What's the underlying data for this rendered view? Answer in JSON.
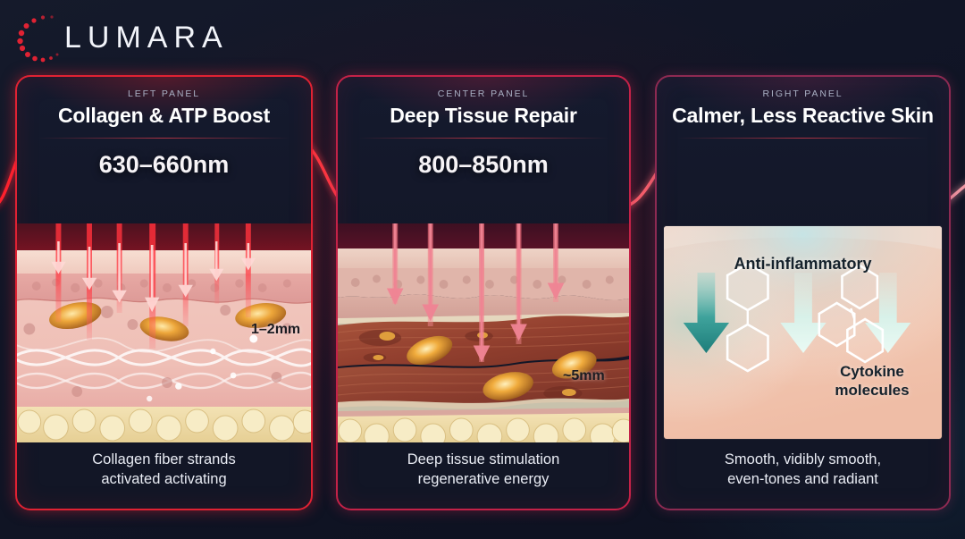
{
  "brand": {
    "name": "LUMARA",
    "mark": "lumara-dot-arc",
    "accent": "#e02233"
  },
  "background": {
    "base": "#111527",
    "glow_red": "#7a1424",
    "glow_teal": "#18465f"
  },
  "waveform": {
    "name": "light-wavelength-curve",
    "color_left": "#ff2a34",
    "color_right": "#f0808f"
  },
  "panels": [
    {
      "id": "left",
      "kicker": "LEFT PANEL",
      "title": "Collagen & ATP Boost",
      "wavelength": "630–660nm",
      "depth_label": "1–2mm",
      "caption_line1": "Collagen fiber strands",
      "caption_line2": "activated activating",
      "border_color": "#e02233",
      "beam_count": 7,
      "illustration": "skin-cross-section-epidermis-dermis-collagen"
    },
    {
      "id": "center",
      "kicker": "CENTER PANEL",
      "title": "Deep Tissue Repair",
      "wavelength": "800–850nm",
      "depth_label": "~5mm",
      "caption_line1": "Deep tissue stimulation",
      "caption_line2": "regenerative energy",
      "border_color": "#c42248",
      "beam_count": 5,
      "illustration": "skin-cross-section-muscle-mitochondria"
    },
    {
      "id": "right",
      "kicker": "RIGHT PANEL",
      "title": "Calmer, Less Reactive Skin",
      "wavelength": "",
      "depth_label": "",
      "label_anti": "Anti-inflammatory",
      "label_cyto_line1": "Cytokine",
      "label_cyto_line2": "molecules",
      "caption_line1": "Smooth, vidibly smooth,",
      "caption_line2": "even-tones and radiant",
      "border_color": "#8d2a52",
      "arrow_count": 3,
      "illustration": "calm-skin-surface-molecules"
    }
  ]
}
